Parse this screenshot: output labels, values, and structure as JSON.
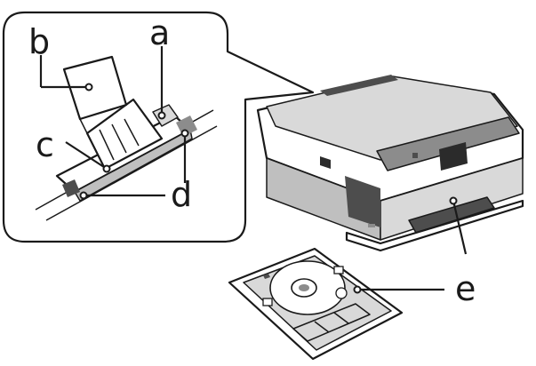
{
  "labels": {
    "a": "a",
    "b": "b",
    "c": "c",
    "d": "d",
    "e": "e"
  },
  "colors": {
    "ink": "#1a1a1a",
    "light_gray": "#d9d9d9",
    "mid_gray": "#8c8c8c",
    "dark_gray": "#2b2b2b"
  }
}
